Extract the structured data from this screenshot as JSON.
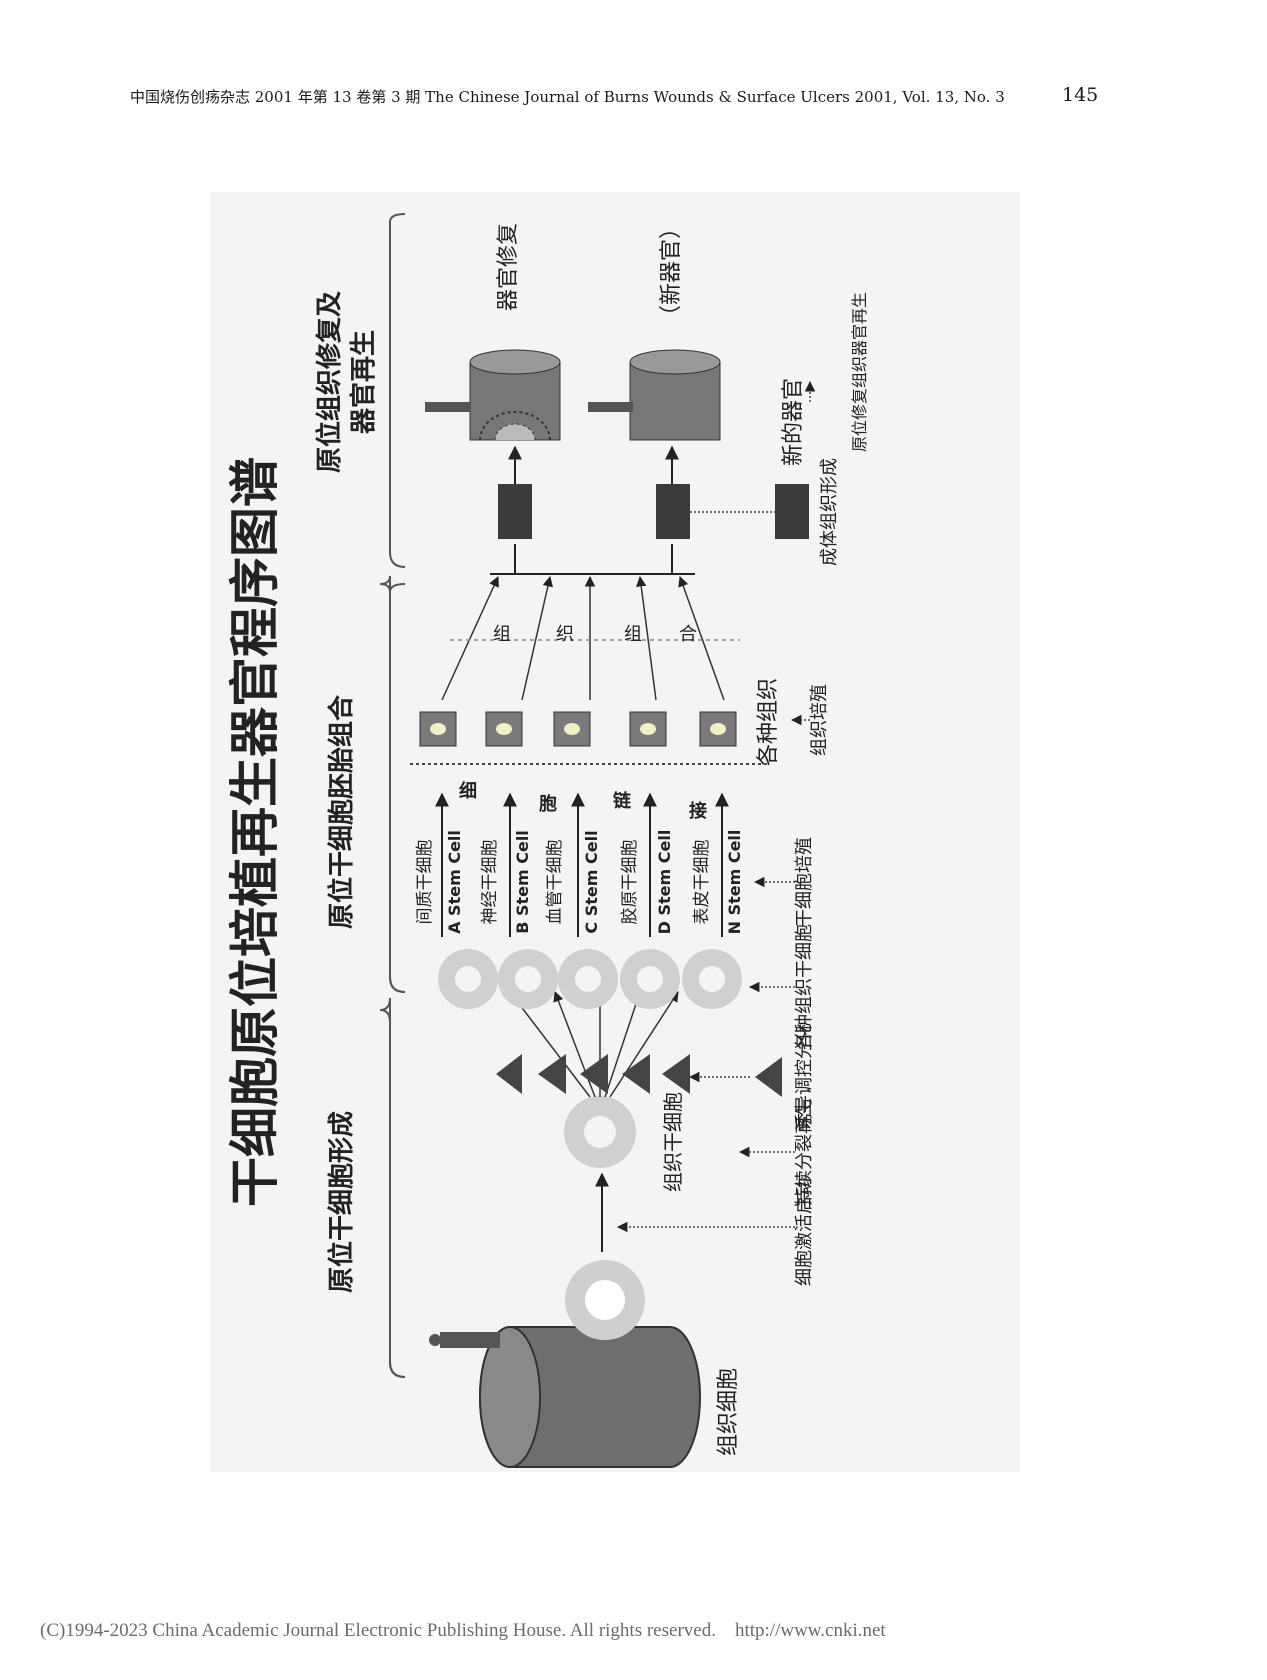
{
  "header": {
    "left": "中国烧伤创疡杂志 2001 年第 13 卷第 3 期   The Chinese Journal of Burns Wounds & Surface Ulcers 2001, Vol. 13, No. 3",
    "page_number": "145"
  },
  "figure": {
    "title": "干细胞原位培植再生器官程序图谱",
    "sections": {
      "formation": "原位干细胞形成",
      "combination": "原位干细胞胚胎组合",
      "repair_line1": "原位组织修复及",
      "repair_line2": "器官再生"
    },
    "tissue_cell": "组织细胞",
    "tissue_stem_cell": "组织干细胞",
    "stem_cells": [
      {
        "cn": "间质干细胞",
        "en": "A Stem Cell"
      },
      {
        "cn": "神经干细胞",
        "en": "B Stem Cell"
      },
      {
        "cn": "血管干细胞",
        "en": "C Stem Cell"
      },
      {
        "cn": "胶原干细胞",
        "en": "D Stem Cell"
      },
      {
        "cn": "表皮干细胞",
        "en": "N Stem Cell"
      }
    ],
    "cell_link_chars": [
      "细",
      "胞",
      "链",
      "接"
    ],
    "tissue_combo_chars": [
      "组",
      "织",
      "组",
      "合"
    ],
    "various_tissues": "各种组织",
    "repair_label": "器官修复",
    "new_organ_label": "（新器官）",
    "new_organ_text": "新的器官",
    "annotations": {
      "activation": "细胞激活启动",
      "division": "持续分裂再生",
      "induction": "诱导调控分化",
      "various_stem": "各种组织干细胞",
      "stem_culture": "干细胞培殖",
      "tissue_culture": "组织培殖",
      "adult_tissue": "成体组织形成",
      "organ_regeneration": "原位修复组织器官再生"
    }
  },
  "footer": "(C)1994-2023 China Academic Journal Electronic Publishing House. All rights reserved.    http://www.cnki.net"
}
